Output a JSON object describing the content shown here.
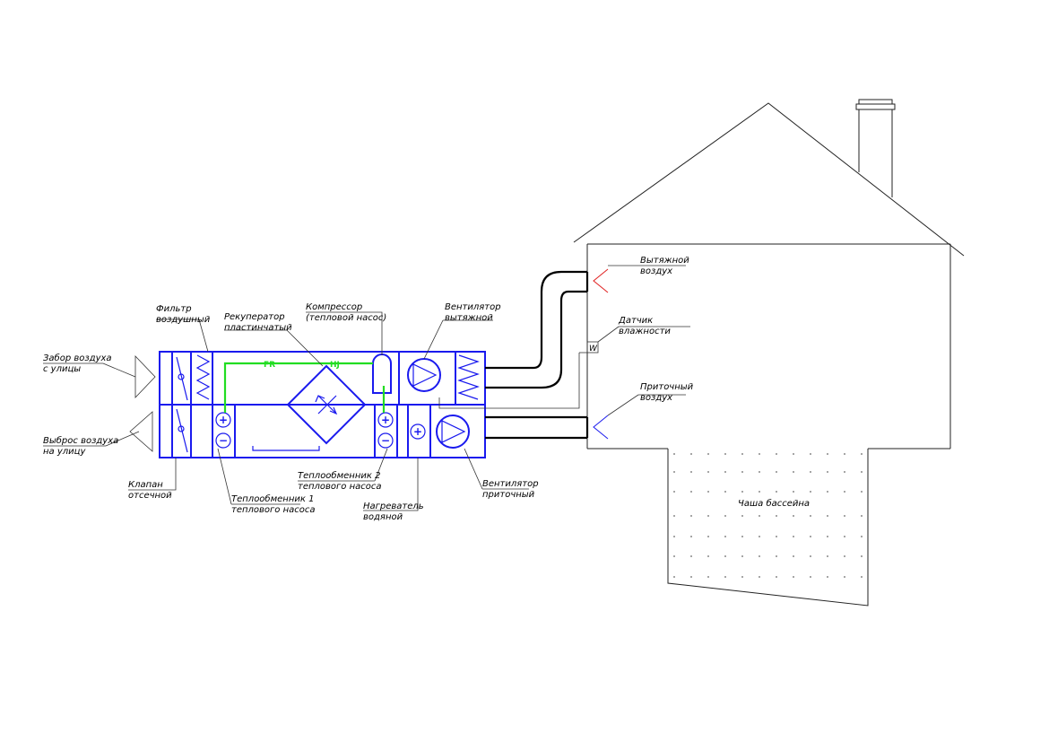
{
  "labels": {
    "intake": [
      "Забор воздуха",
      "с улицы"
    ],
    "exhaust_out": [
      "Выброс воздуха",
      "на улицу"
    ],
    "filter": [
      "Фильтр",
      "воздушный"
    ],
    "recuperator": [
      "Рекуператор",
      "пластинчатый"
    ],
    "compressor": [
      "Компрессор",
      "(тепловой насос)"
    ],
    "fan_exhaust": [
      "Вентилятор",
      "вытяжной"
    ],
    "damper": [
      "Клапан",
      "отсечной"
    ],
    "hx1": [
      "Теплообменник 1",
      "теплового насоса"
    ],
    "hx2": [
      "Теплообменник 2",
      "теплового насоса"
    ],
    "heater": [
      "Нагреватель",
      "водяной"
    ],
    "fan_supply": [
      "Вентилятор",
      "приточный"
    ],
    "exhaust_air": [
      "Вытяжной",
      "воздух"
    ],
    "humidity_sensor": [
      "Датчик",
      "влажности"
    ],
    "supply_air": [
      "Приточный",
      "воздух"
    ],
    "pool": "Чаша бассейна",
    "sensor_mark": "W"
  },
  "refrigerant_marks": {
    "fr": "FR",
    "hj": "HJ"
  },
  "colors": {
    "unit": "#1a1aee",
    "refrigerant": "#22dd22",
    "exhaust_arrow": "#e02020",
    "house": "#222222"
  }
}
